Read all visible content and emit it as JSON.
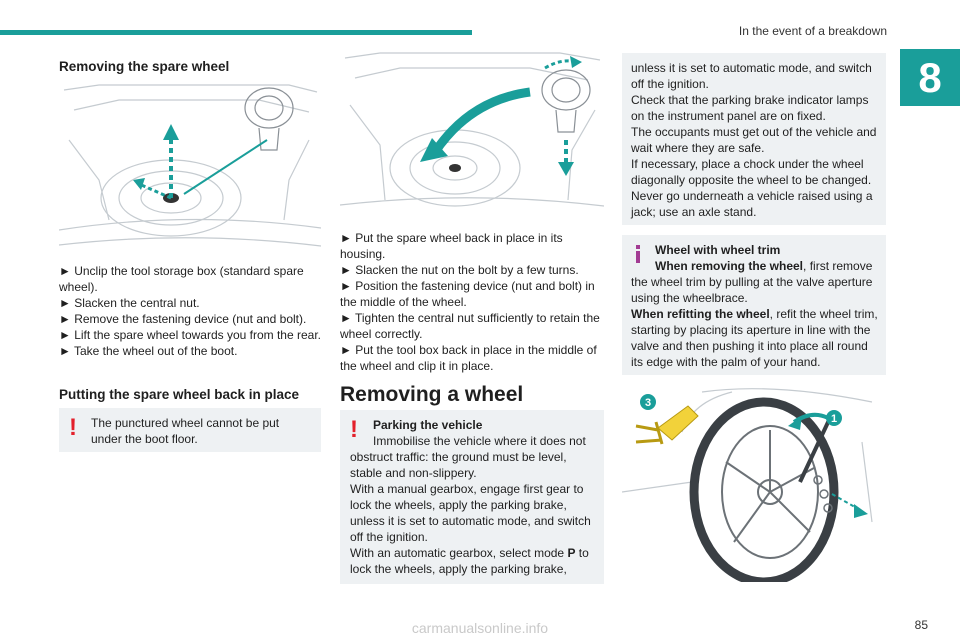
{
  "header": {
    "section_title": "In the event of a breakdown",
    "chapter_number": "8"
  },
  "footer": {
    "page_number": "85",
    "watermark": "carmanualsonline.info"
  },
  "col1": {
    "heading_removing_spare": "Removing the spare wheel",
    "steps": [
      "► Unclip the tool storage box (standard spare wheel).",
      "► Slacken the central nut.",
      "► Remove the fastening device (nut and bolt).",
      "► Lift the spare wheel towards you from the rear.",
      "► Take the wheel out of the boot."
    ],
    "heading_putting_back": "Putting the spare wheel back in place",
    "warning_text": "The punctured wheel cannot be put under the boot floor."
  },
  "col2": {
    "steps": [
      "► Put the spare wheel back in place in its housing.",
      "► Slacken the nut on the bolt by a few turns.",
      "► Position the fastening device (nut and bolt) in the middle of the wheel.",
      "► Tighten the central nut sufficiently to retain the wheel correctly.",
      "► Put the tool box back in place in the middle of the wheel and clip it in place."
    ],
    "heading_removing_wheel": "Removing a wheel",
    "warning_title": "Parking the vehicle",
    "warning_lines": [
      "Immobilise the vehicle where it does not obstruct traffic: the ground must be level, stable and non-slippery.",
      "With a manual gearbox, engage first gear to lock the wheels, apply the parking brake, unless it is set to automatic mode, and switch off the ignition."
    ],
    "warning_auto_prefix": "With an automatic gearbox, select mode ",
    "warning_auto_mode": "P",
    "warning_auto_suffix": " to lock the wheels, apply the parking brake,"
  },
  "col3": {
    "warning_cont_lines": [
      "unless it is set to automatic mode, and switch off the ignition.",
      "Check that the parking brake indicator lamps on the instrument panel are on fixed.",
      "The occupants must get out of the vehicle and wait where they are safe.",
      "If necessary, place a chock under the wheel diagonally opposite the wheel to be changed.",
      "Never go underneath a vehicle raised using a jack; use an axle stand."
    ],
    "info_title": "Wheel with wheel trim",
    "info_removing_label": "When removing the wheel",
    "info_removing_text": ", first remove the wheel trim by pulling at the valve aperture using the wheelbrace.",
    "info_refitting_label": "When refitting the wheel",
    "info_refitting_text": ", refit the wheel trim, starting by placing its aperture in line with the valve and then pushing it into place all round its edge with the palm of your hand.",
    "callout_number_1": "1",
    "callout_number_3": "3"
  },
  "colors": {
    "teal": "#1a9e9a",
    "warning_red": "#e3202b",
    "info_purple": "#a23b93",
    "callout_bg": "#eef1f3"
  }
}
